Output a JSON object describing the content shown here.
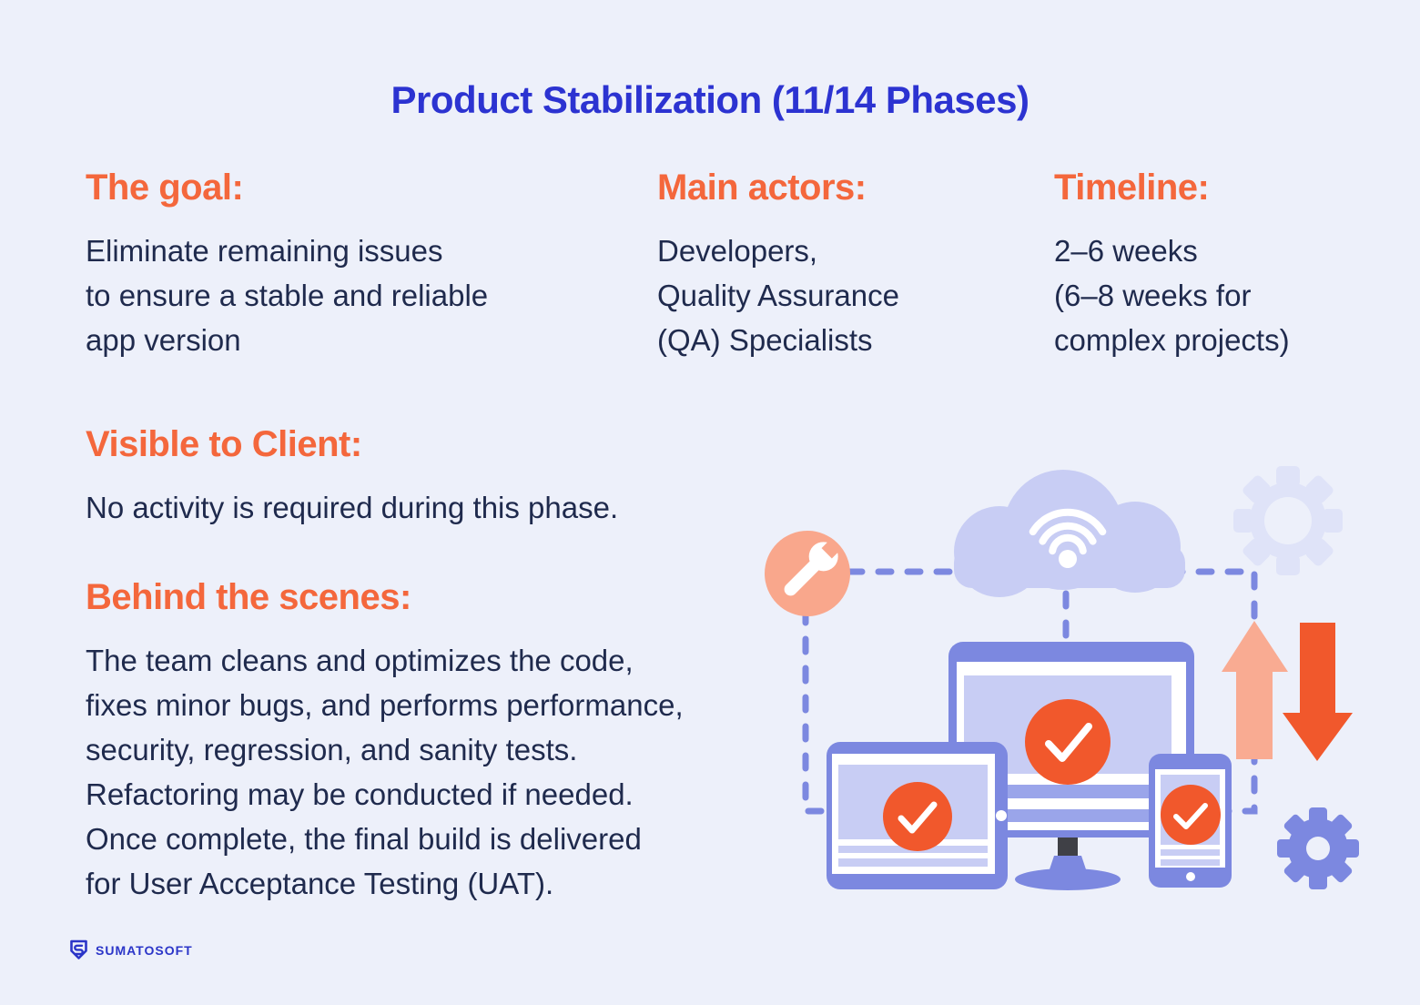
{
  "title": "Product Stabilization (11/14 Phases)",
  "sections": {
    "goal": {
      "heading": "The goal:",
      "body": "Eliminate remaining issues\nto ensure a stable and reliable\napp version"
    },
    "actors": {
      "heading": "Main actors:",
      "body": "Developers,\nQuality Assurance\n(QA) Specialists"
    },
    "timeline": {
      "heading": "Timeline:",
      "body": "2–6 weeks\n(6–8 weeks for\ncomplex projects)"
    },
    "visible_to_client": {
      "heading": "Visible to Client:",
      "body": "No activity is required during this phase."
    },
    "behind_the_scenes": {
      "heading": "Behind the scenes:",
      "body": "The team cleans and optimizes the code,\nfixes minor bugs, and performs performance,\nsecurity, regression, and sanity tests.\nRefactoring may be conducted if needed.\nOnce complete, the final build is delivered\nfor User Acceptance Testing (UAT)."
    }
  },
  "footer": {
    "logo_text": "SUMATOSOFT"
  },
  "illustration": {
    "icons": [
      "wrench-icon",
      "cloud-icon",
      "wifi-icon",
      "gear-outline-icon",
      "up-arrow-icon",
      "down-arrow-icon",
      "monitor-icon",
      "tablet-icon",
      "phone-icon",
      "gear-icon",
      "checkmark-icon"
    ]
  },
  "colors": {
    "background": "#edf0fa",
    "title_blue": "#2c33d1",
    "heading_orange": "#f4673c",
    "body_navy": "#1f2a4d",
    "logo_blue": "#2b35c8",
    "periwinkle": "#7c88e0",
    "light_purple": "#c8cdf4",
    "stripe_purple": "#9aa5ea",
    "pale_gear": "#dfe3f8",
    "salmon": "#f9a78c",
    "salmon_light": "#f9ab92",
    "orange_red": "#f1582c",
    "stand_dark": "#3f4046",
    "white": "#ffffff"
  }
}
